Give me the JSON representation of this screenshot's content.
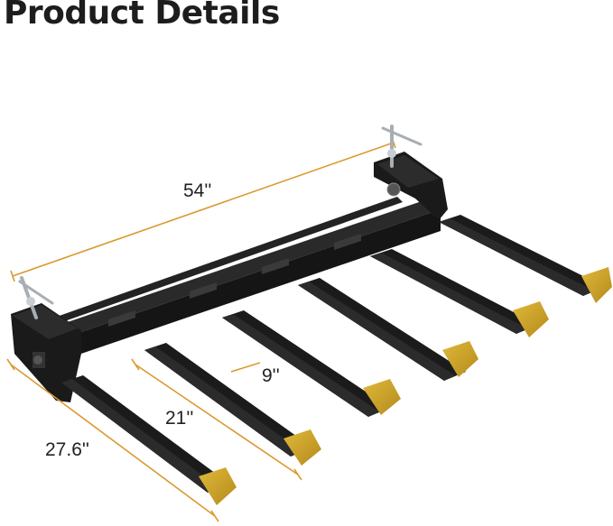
{
  "page": {
    "title": "Product Details"
  },
  "dimensions": {
    "width_label": "54''",
    "spacing_label": "9''",
    "prong_label": "21''",
    "overall_length_label": "27.6''"
  },
  "colors": {
    "frame": "#151515",
    "tip": "#c9a227",
    "dimension_line": "#d99a2e",
    "bolt": "#b8bdc2"
  }
}
